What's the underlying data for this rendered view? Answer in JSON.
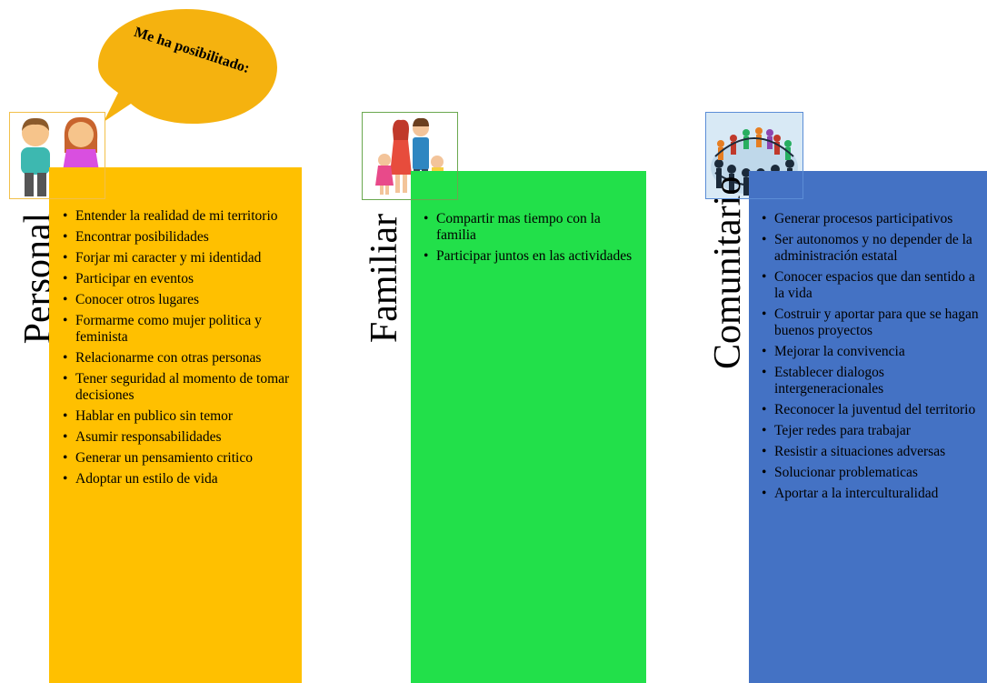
{
  "bubble": {
    "text": "Me ha posibilitado:"
  },
  "colors": {
    "personal": "#FFC000",
    "familiar": "#22E04A",
    "comunitario": "#4472C4",
    "bubble": "#F5B20F"
  },
  "sections": [
    {
      "label": "Personal",
      "icon": "couple-icon",
      "items": [
        "Entender la realidad de mi territorio",
        "Encontrar posibilidades",
        "Forjar mi caracter y mi identidad",
        "Participar en eventos",
        "Conocer otros lugares",
        "Formarme como mujer politica y feminista",
        "Relacionarme con otras personas",
        "Tener seguridad al momento de tomar decisiones",
        "Hablar en publico sin temor",
        "Asumir responsabilidades",
        "Generar un pensamiento critico",
        "Adoptar un estilo de vida"
      ]
    },
    {
      "label": "Familiar",
      "icon": "family-icon",
      "items": [
        "Compartir mas tiempo con la familia",
        "Participar juntos en las actividades"
      ]
    },
    {
      "label": "Comunitario",
      "icon": "community-circle-icon",
      "items": [
        "Generar procesos participativos",
        "Ser autonomos y no depender de la administración estatal",
        "Conocer espacios que dan sentido a la vida",
        "Costruir y aportar para que se hagan buenos proyectos",
        "Mejorar la convivencia",
        "Establecer dialogos intergeneracionales",
        "Reconocer  la juventud del territorio",
        "Tejer redes para trabajar",
        "Resistir a situaciones adversas",
        "Solucionar problematicas",
        "Aportar a la interculturalidad"
      ]
    }
  ]
}
